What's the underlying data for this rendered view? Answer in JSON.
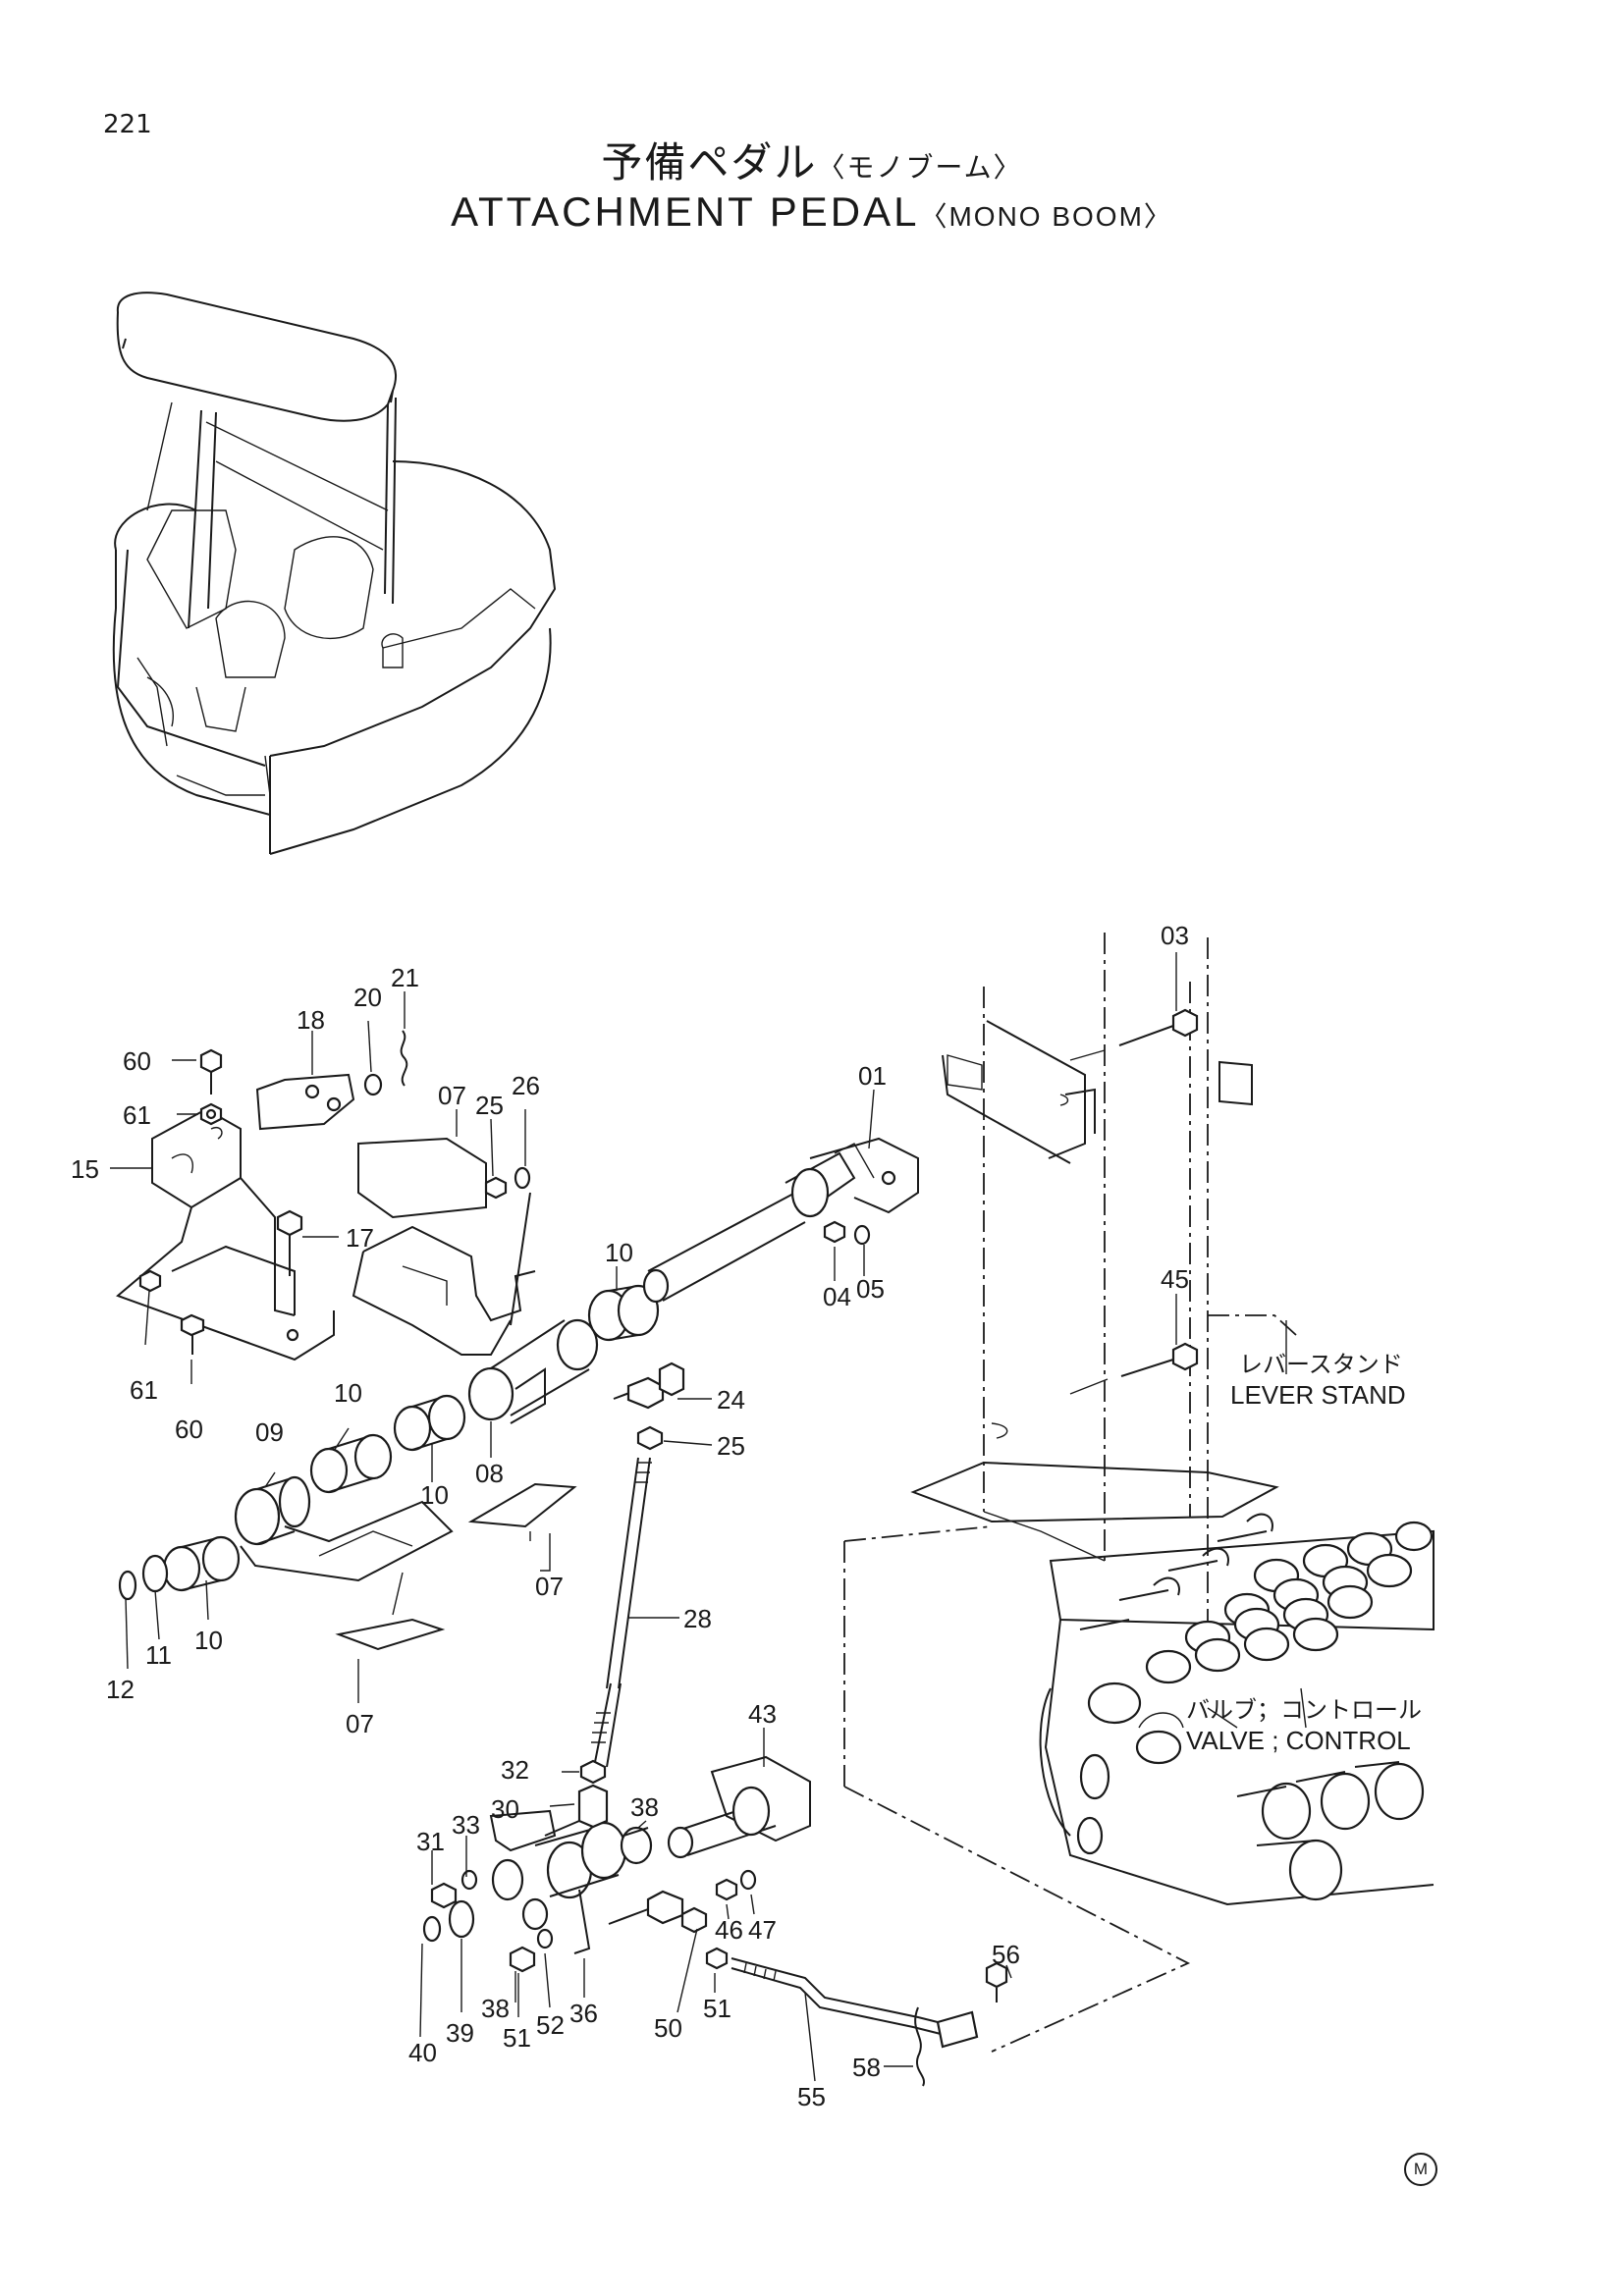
{
  "page_number": "221",
  "title": {
    "jp": "予備ペダル",
    "jp_sub": "〈モノブーム〉",
    "en": "ATTACHMENT  PEDAL",
    "en_sub": "〈MONO  BOOM〉"
  },
  "callouts": {
    "lever_stand_jp": "レバースタンド",
    "lever_stand_en": "LEVER  STAND",
    "valve_jp": "バルブ；コントロール",
    "valve_en": "VALVE ; CONTROL"
  },
  "part_labels": [
    "03",
    "21",
    "20",
    "18",
    "60",
    "61",
    "07",
    "25",
    "26",
    "01",
    "15",
    "17",
    "10",
    "04",
    "05",
    "45",
    "61",
    "60",
    "08",
    "24",
    "10",
    "09",
    "25",
    "10",
    "07",
    "28",
    "12",
    "11",
    "10",
    "07",
    "43",
    "32",
    "30",
    "38",
    "33",
    "31",
    "46",
    "47",
    "50",
    "56",
    "40",
    "39",
    "38",
    "51",
    "52",
    "36",
    "51",
    "55",
    "58"
  ],
  "footer_mark": "M",
  "icons": [
    "excavator-canopy-illustration",
    "pedal-assembly-drawing",
    "control-valve-drawing",
    "lever-stand-drawing"
  ]
}
